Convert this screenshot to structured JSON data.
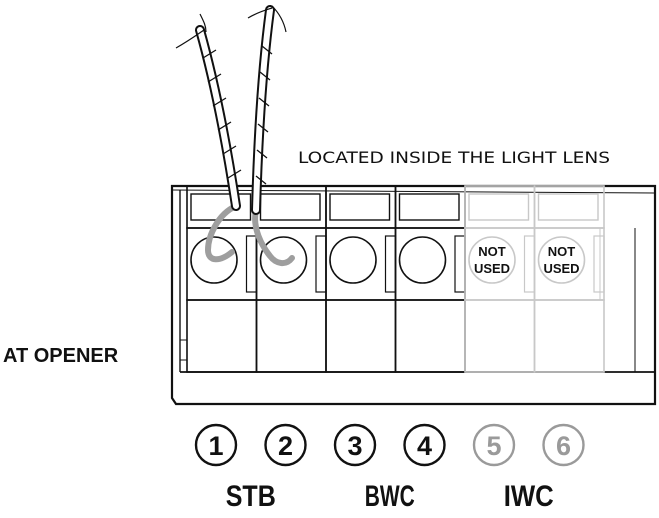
{
  "labels": {
    "located": "LOCATED INSIDE THE LIGHT LENS",
    "opener": "AT OPENER"
  },
  "terminals": [
    {
      "number": "1",
      "active": true
    },
    {
      "number": "2",
      "active": true
    },
    {
      "number": "3",
      "active": true
    },
    {
      "number": "4",
      "active": true
    },
    {
      "number": "5",
      "active": false,
      "note_line1": "NOT",
      "note_line2": "USED"
    },
    {
      "number": "6",
      "active": false,
      "note_line1": "NOT",
      "note_line2": "USED"
    }
  ],
  "groups": [
    {
      "label": "STB"
    },
    {
      "label": "BWC"
    },
    {
      "label": "IWC"
    }
  ],
  "colors": {
    "ink": "#111111",
    "muted": "#9a9a9a",
    "faded": "#c8c8c8",
    "wire": "#9e9e9e"
  }
}
